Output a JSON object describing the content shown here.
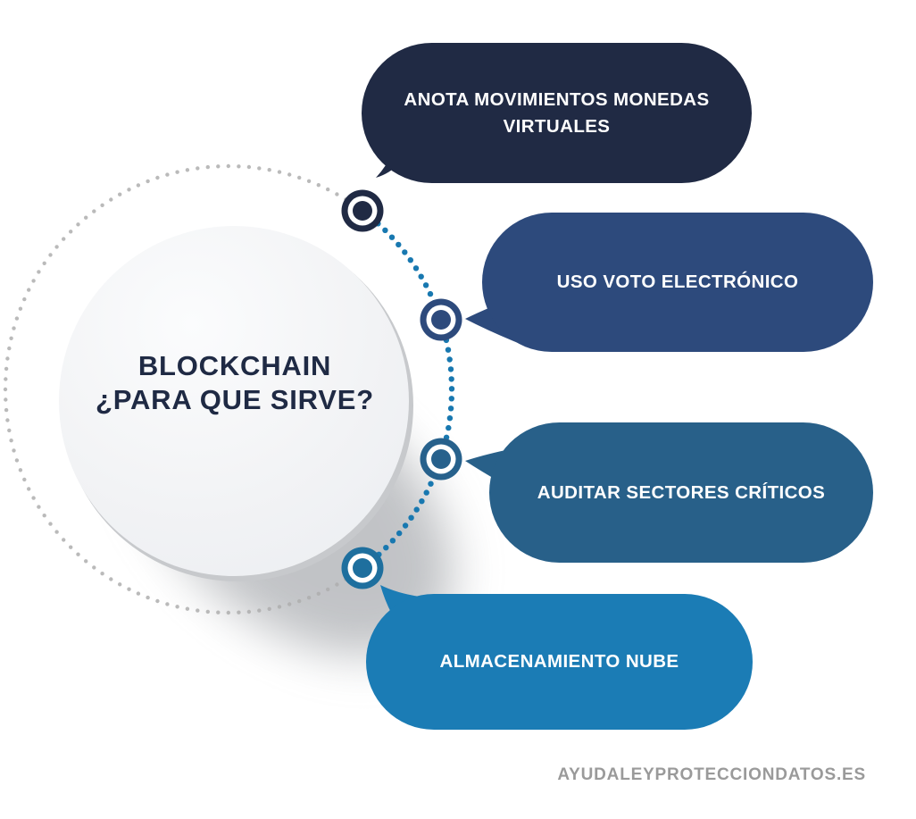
{
  "title": {
    "text": "BLOCKCHAIN\n¿PARA QUE SIRVE?"
  },
  "bubbles": [
    {
      "label": "ANOTA MOVIMIENTOS MONEDAS\nVIRTUALES",
      "color": "#202a44"
    },
    {
      "label": "USO VOTO ELECTRÓNICO",
      "color": "#2d4a7c"
    },
    {
      "label": "AUDITAR SECTORES CRÍTICOS",
      "color": "#286089"
    },
    {
      "label": "ALMACENAMIENTO NUBE",
      "color": "#1b7cb5"
    }
  ],
  "nodes": [
    {
      "color": "#202a44"
    },
    {
      "color": "#2d4a7c"
    },
    {
      "color": "#27618c"
    },
    {
      "color": "#1e6f9e"
    }
  ],
  "footer": {
    "text": "AYUDALEYPROTECCIONDATOS.ES"
  },
  "colors": {
    "teal_dots": "#1878b0",
    "gray_dots": "#aeaeae",
    "title_text": "#1f2a44",
    "footer_text": "#9a9a9a",
    "circle_fill": "#f1f2f4",
    "circle_rim": "#c7c9cc",
    "shadow": "#8f9398",
    "background": "#ffffff"
  }
}
